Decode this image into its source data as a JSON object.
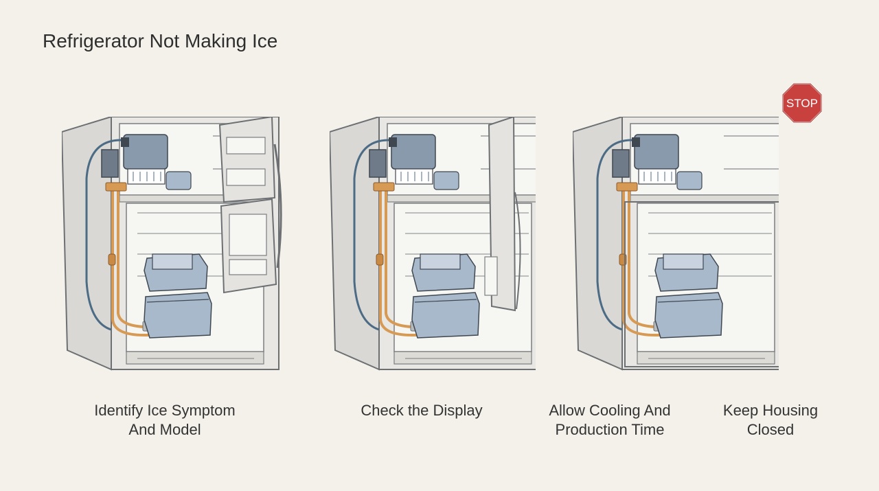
{
  "title": "Refrigerator Not Making Ice",
  "steps": [
    {
      "line1": "Identify Ice Symptom",
      "line2": "And Model",
      "door": "open-wide"
    },
    {
      "line1": "Check the Display",
      "line2": "",
      "door": "open-side"
    },
    {
      "line1": "Allow Cooling And",
      "line2": "Production Time",
      "door": "closed"
    },
    {
      "line1": "Keep Housing",
      "line2": "Closed",
      "door": "none"
    }
  ],
  "stop_sign": {
    "text": "STOP",
    "color": "#c9413f",
    "icon": "stop-sign-icon"
  },
  "colors": {
    "background": "#f3f1ea",
    "cabinet": "#e4e3df",
    "outline": "#6d7073",
    "ice_blue": "#a9b9cc",
    "copper": "#d79a55",
    "water_line": "#4c6b85"
  }
}
